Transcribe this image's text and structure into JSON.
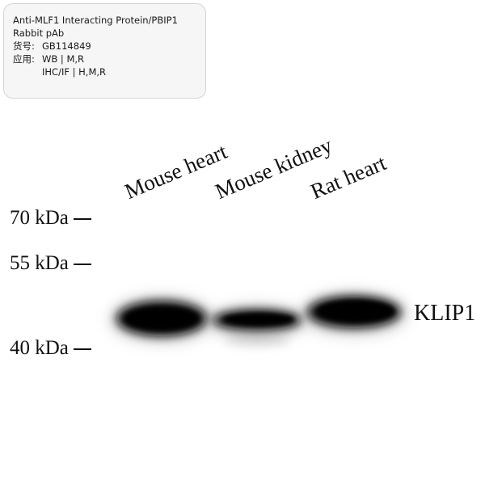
{
  "product": {
    "name_line1": "Anti-MLF1 Interacting Protein/PBIP1",
    "name_line2": "Rabbit pAb",
    "catalog_label": "货号:",
    "catalog_number": "GB114849",
    "application_label": "应用:",
    "applications": [
      "WB | M,R",
      "IHC/IF | H,M,R"
    ]
  },
  "lanes": [
    "Mouse heart",
    "Mouse kidney",
    "Rat heart"
  ],
  "markers": [
    "70 kDa",
    "55 kDa",
    "40 kDa"
  ],
  "protein_label": "KLIP1"
}
